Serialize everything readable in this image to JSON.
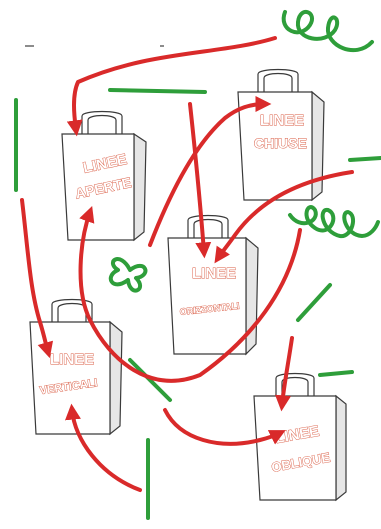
{
  "colors": {
    "red_stroke": "#d92a2a",
    "green_stroke": "#2e9e3a",
    "label_outline": "#d9583f",
    "bag_outline": "#3a3a3a"
  },
  "bags": [
    {
      "id": "aperte",
      "line1": "LINEE",
      "line2": "APERTE"
    },
    {
      "id": "chiuse",
      "line1": "LINEE",
      "line2": "CHIUSE"
    },
    {
      "id": "orizzontali",
      "line1": "LINEE",
      "line2": "ORIZZONTALI"
    },
    {
      "id": "verticali",
      "line1": "LINEE",
      "line2": "VERTICALI"
    },
    {
      "id": "oblique",
      "line1": "LINEE",
      "line2": "OBLIQUE"
    }
  ]
}
